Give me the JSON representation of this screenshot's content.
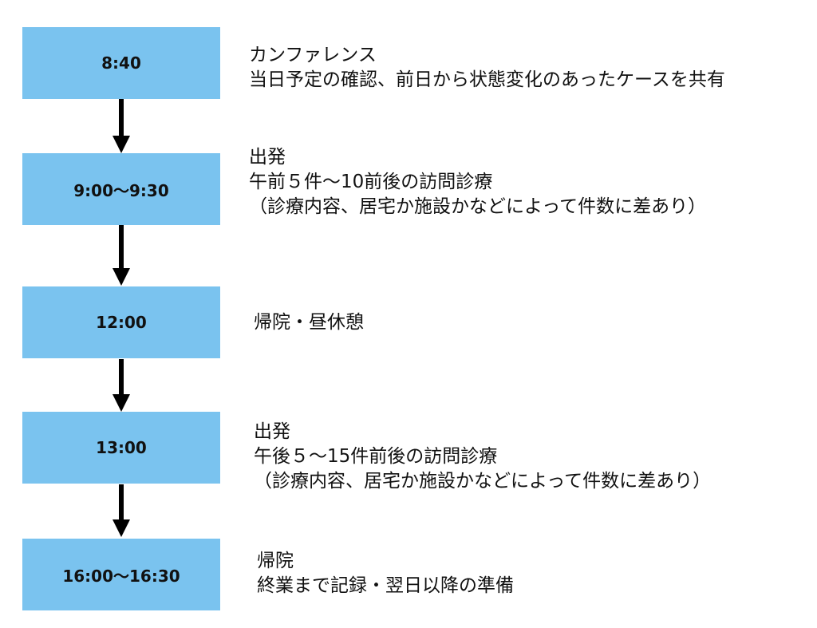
{
  "steps": [
    {
      "time": "8:40",
      "lines": [
        "カンファレンス",
        "当日予定の確認、前日から状態変化のあったケースを共有"
      ]
    },
    {
      "time": "9:00〜9:30",
      "lines": [
        "出発",
        "午前５件〜10前後の訪問診療",
        "（診療内容、居宅か施設かなどによって件数に差あり）"
      ]
    },
    {
      "time": "12:00",
      "lines": [
        "帰院・昼休憩"
      ]
    },
    {
      "time": "13:00",
      "lines": [
        "出発",
        "午後５〜15件前後の訪問診療",
        "（診療内容、居宅か施設かなどによって件数に差あり）"
      ]
    },
    {
      "time": "16:00〜16:30",
      "lines": [
        "帰院",
        "終業まで記録・翌日以降の準備"
      ]
    }
  ],
  "colors": {
    "box_fill": "#7ac3ef",
    "arrow": "#000000",
    "text": "#111111"
  }
}
